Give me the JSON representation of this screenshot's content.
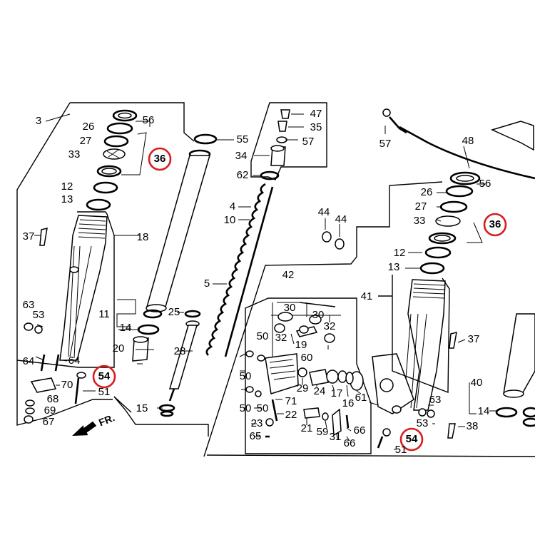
{
  "diagram": {
    "highlight_color": "#d81e1e",
    "arrow_label": "FR.",
    "labels": {
      "l3": "3",
      "l26a": "26",
      "l56a": "56",
      "l27a": "27",
      "l33a": "33",
      "l36a": "36",
      "l12a": "12",
      "l13a": "13",
      "l37a": "37",
      "l18": "18",
      "l63a": "63",
      "l53a": "53",
      "l64a": "64",
      "l64b": "64",
      "l54a": "54",
      "l70": "70",
      "l51a": "51",
      "l68": "68",
      "l69": "69",
      "l67": "67",
      "l55": "55",
      "l34": "34",
      "l62": "62",
      "l47": "47",
      "l35": "35",
      "l57a": "57",
      "l4": "4",
      "l10": "10",
      "l5": "5",
      "l11": "11",
      "l14a": "14",
      "l25": "25",
      "l20": "20",
      "l28": "28",
      "l15": "15",
      "l57b": "57",
      "l48": "48",
      "l44a": "44",
      "l44b": "44",
      "l42": "42",
      "l30a": "30",
      "l30b": "30",
      "l32a": "32",
      "l19": "19",
      "l32b": "32",
      "l50a": "50",
      "l50b": "50",
      "l50c": "50",
      "l50d": "50",
      "l60": "60",
      "l29": "29",
      "l24": "24",
      "l17": "17",
      "l16": "16",
      "l61": "61",
      "l71": "71",
      "l22": "22",
      "l23": "23",
      "l65": "65",
      "l21": "21",
      "l59": "59",
      "l31": "31",
      "l66a": "66",
      "l66b": "66",
      "l41": "41",
      "l26b": "26",
      "l56b": "56",
      "l27b": "27",
      "l33b": "33",
      "l36b": "36",
      "l12b": "12",
      "l13b": "13",
      "l37b": "37",
      "l40": "40",
      "l14b": "14",
      "l63b": "63",
      "l53b": "53",
      "l38": "38",
      "l54b": "54",
      "l51b": "51"
    }
  }
}
